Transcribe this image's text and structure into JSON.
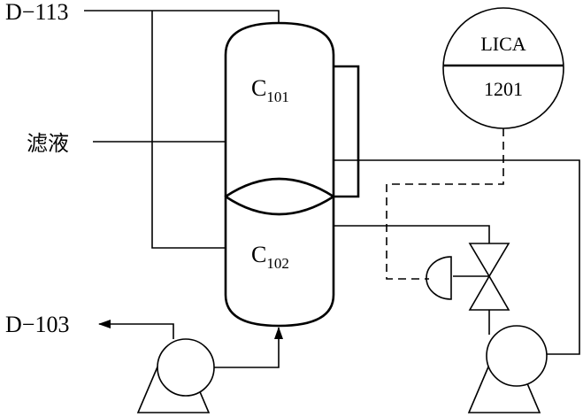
{
  "labels": {
    "stream_top": "D−113",
    "stream_left": "滤液",
    "stream_out": "D−103"
  },
  "vessels": {
    "upper": {
      "main": "C",
      "sub": "101"
    },
    "lower": {
      "main": "C",
      "sub": "102"
    }
  },
  "instrument": {
    "tag": "LICA",
    "number": "1201"
  }
}
